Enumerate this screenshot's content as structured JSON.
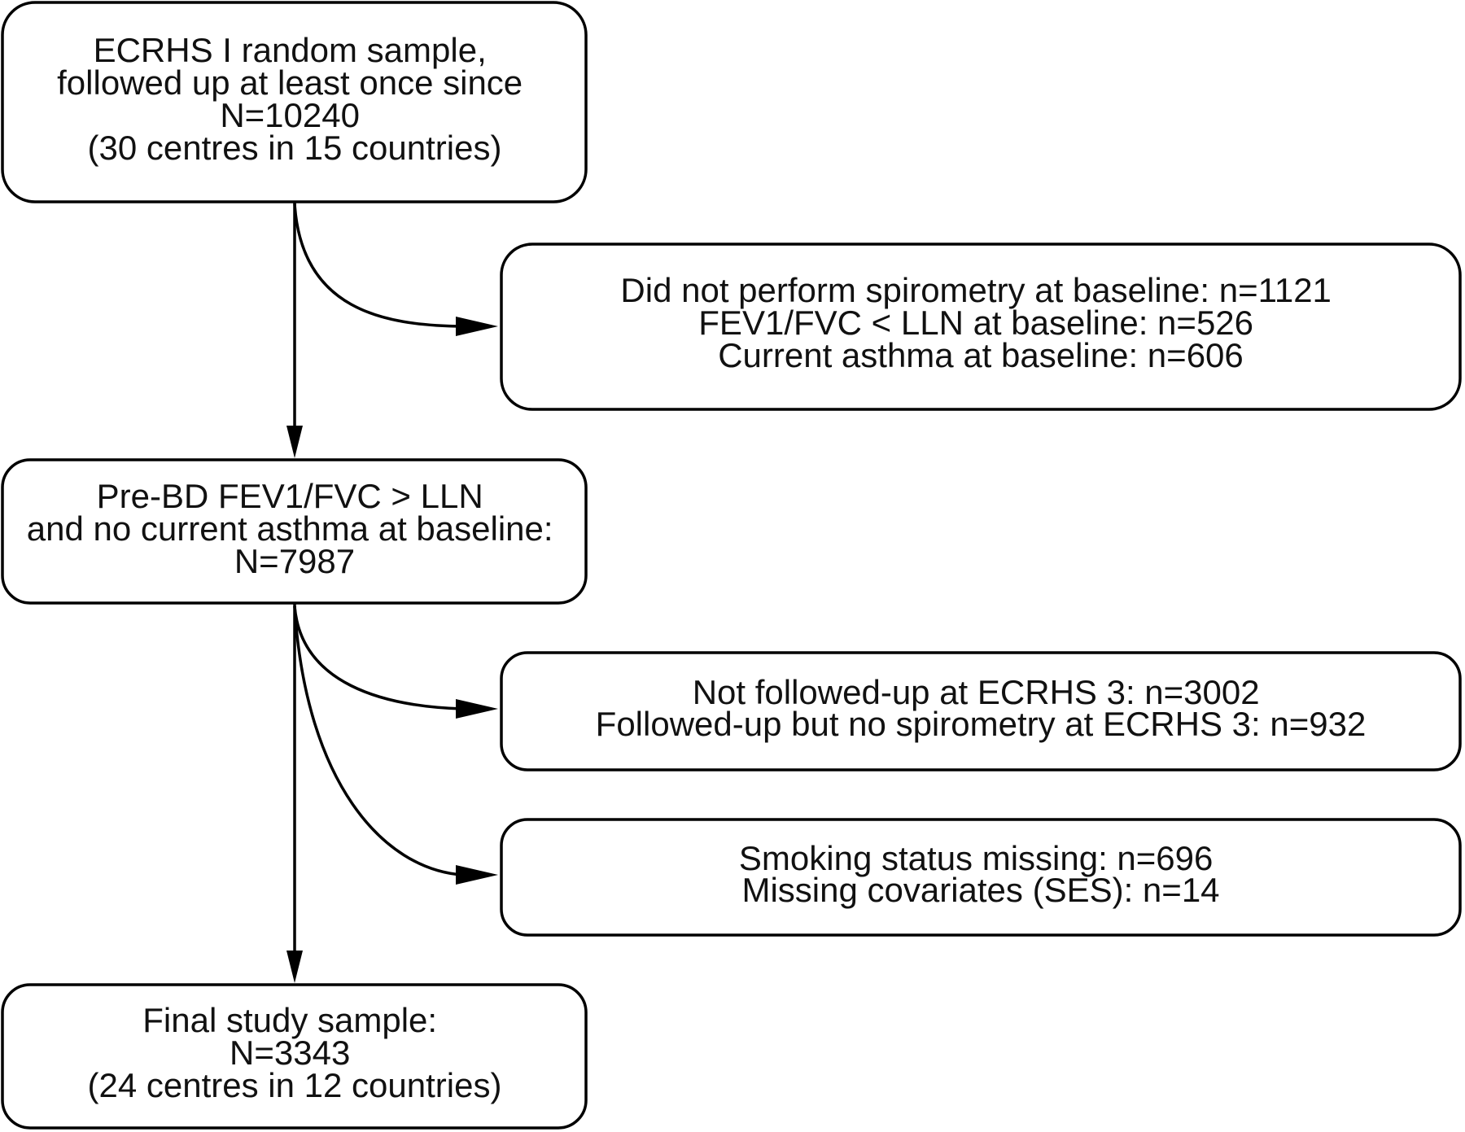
{
  "diagram": {
    "type": "flowchart",
    "nodes": [
      {
        "id": "ecrhs1",
        "lines": [
          "ECRHS I random sample,",
          "followed up at least once since",
          "N=10240",
          "(30 centres in 15 countries)"
        ]
      },
      {
        "id": "excl1",
        "lines": [
          "Did not perform spirometry at baseline: n=1121",
          "FEV1/FVC < LLN at baseline: n=526",
          "Current asthma at baseline: n=606"
        ]
      },
      {
        "id": "prebd",
        "lines": [
          "Pre-BD FEV1/FVC > LLN",
          "and no current asthma at baseline:",
          "N=7987"
        ]
      },
      {
        "id": "excl2",
        "lines": [
          "Not followed-up at ECRHS 3: n=3002",
          "Followed-up but no spirometry at ECRHS 3: n=932"
        ]
      },
      {
        "id": "excl3",
        "lines": [
          "Smoking status missing: n=696",
          "Missing covariates (SES): n=14"
        ]
      },
      {
        "id": "final",
        "lines": [
          "Final study sample:",
          "N=3343",
          "(24 centres in 12 countries)"
        ]
      }
    ],
    "edges": [
      {
        "from": "ecrhs1",
        "to": "prebd"
      },
      {
        "from": "ecrhs1",
        "to": "excl1"
      },
      {
        "from": "prebd",
        "to": "final"
      },
      {
        "from": "prebd",
        "to": "excl2"
      },
      {
        "from": "prebd",
        "to": "excl3"
      }
    ]
  }
}
